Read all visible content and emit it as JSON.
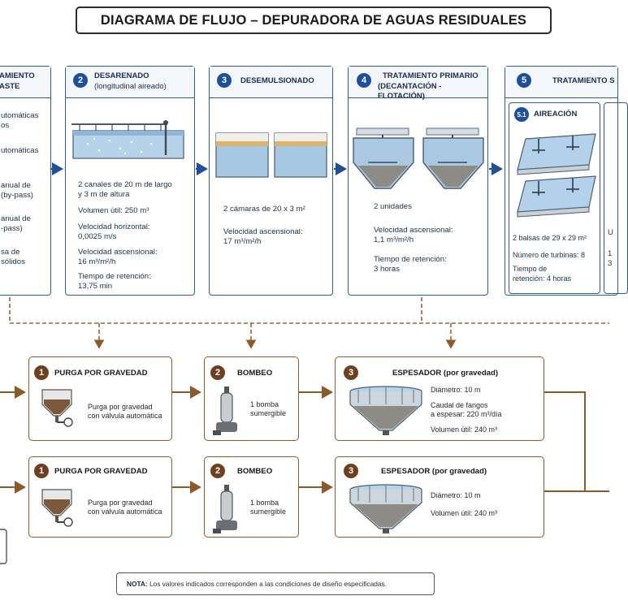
{
  "title": "DIAGRAMA DE FLUJO – DEPURADORA DE AGUAS RESIDUALES",
  "stages": [
    {
      "num": "",
      "title": "AMIENTO",
      "title2": "ASTE",
      "lines": [
        "utomáticas",
        "os",
        "",
        "utomáticas",
        "",
        "anual de",
        "(by-pass)",
        "",
        "anual de",
        "-pass)",
        "",
        "sa de",
        "sólidos"
      ]
    },
    {
      "num": "2",
      "title": "DESARENADO",
      "title2": "(longitudinal aireado)",
      "lines": [
        "2 canales de 20 m de largo",
        "y 3 m de altura",
        "Volumen útil: 250 m³",
        "Velocidad horizontal:",
        "0,0025 m/s",
        "Velocidad ascensional:",
        "16 m³/m²/h",
        "Tiempo de retención:",
        "13,75 min"
      ]
    },
    {
      "num": "3",
      "title": "DESEMULSIONADO",
      "title2": "",
      "lines": [
        "2 cámaras de 20 x 3 m²",
        "Velocidad ascensional:",
        "17 m³/m²/h"
      ]
    },
    {
      "num": "4",
      "title": "TRATAMIENTO PRIMARIO",
      "title2": "(DECANTACIÓN - FLOTACIÓN)",
      "lines": [
        "2 unidades",
        "Velocidad ascensional:",
        "1,1 m³/m²/h",
        "Tiempo de retención:",
        "3 horas"
      ]
    },
    {
      "num": "5",
      "title": "TRATAMIENTO S",
      "title2": "",
      "sub_num": "5.1",
      "sub_title": "AIREACIÓN",
      "lines": [
        "2 balsas de 29 x 29 m²",
        "Número de turbinas: 8",
        "Tiempo de",
        "retención: 4 horas"
      ],
      "cut_lines": [
        "U",
        "1",
        "3"
      ]
    }
  ],
  "sludge_rows": [
    {
      "purga": {
        "num": "1",
        "title": "PURGA POR GRAVEDAD",
        "text": [
          "Purga por gravedad",
          "con válvula automática"
        ]
      },
      "bombeo": {
        "num": "2",
        "title": "BOMBEO",
        "text": [
          "1 bomba",
          "sumergible"
        ]
      },
      "espesador": {
        "num": "3",
        "title": "ESPESADOR (por gravedad)",
        "text": [
          "Diámetro: 10 m",
          "Caudal de fangos",
          "a espesar: 220 m³/día",
          "Volumen útil: 240 m³"
        ]
      }
    },
    {
      "purga": {
        "num": "1",
        "title": "PURGA POR GRAVEDAD",
        "text": [
          "Purga por gravedad",
          "con válvula automática"
        ]
      },
      "bombeo": {
        "num": "2",
        "title": "BOMBEO",
        "text": [
          "1 bomba",
          "sumergible"
        ]
      },
      "espesador": {
        "num": "3",
        "title": "ESPESADOR (por gravedad)",
        "text": [
          "Diámetro: 10 m",
          "Volumen útil: 240 m³"
        ]
      }
    }
  ],
  "note": {
    "label": "NOTA:",
    "text": " Los valores indicados corresponden a las condiciones de diseño especificadas."
  },
  "colors": {
    "blue": "#2d5b9c",
    "brown": "#8b5a2b",
    "dark_brown": "#6e4020",
    "water": "#9fc3e0"
  }
}
